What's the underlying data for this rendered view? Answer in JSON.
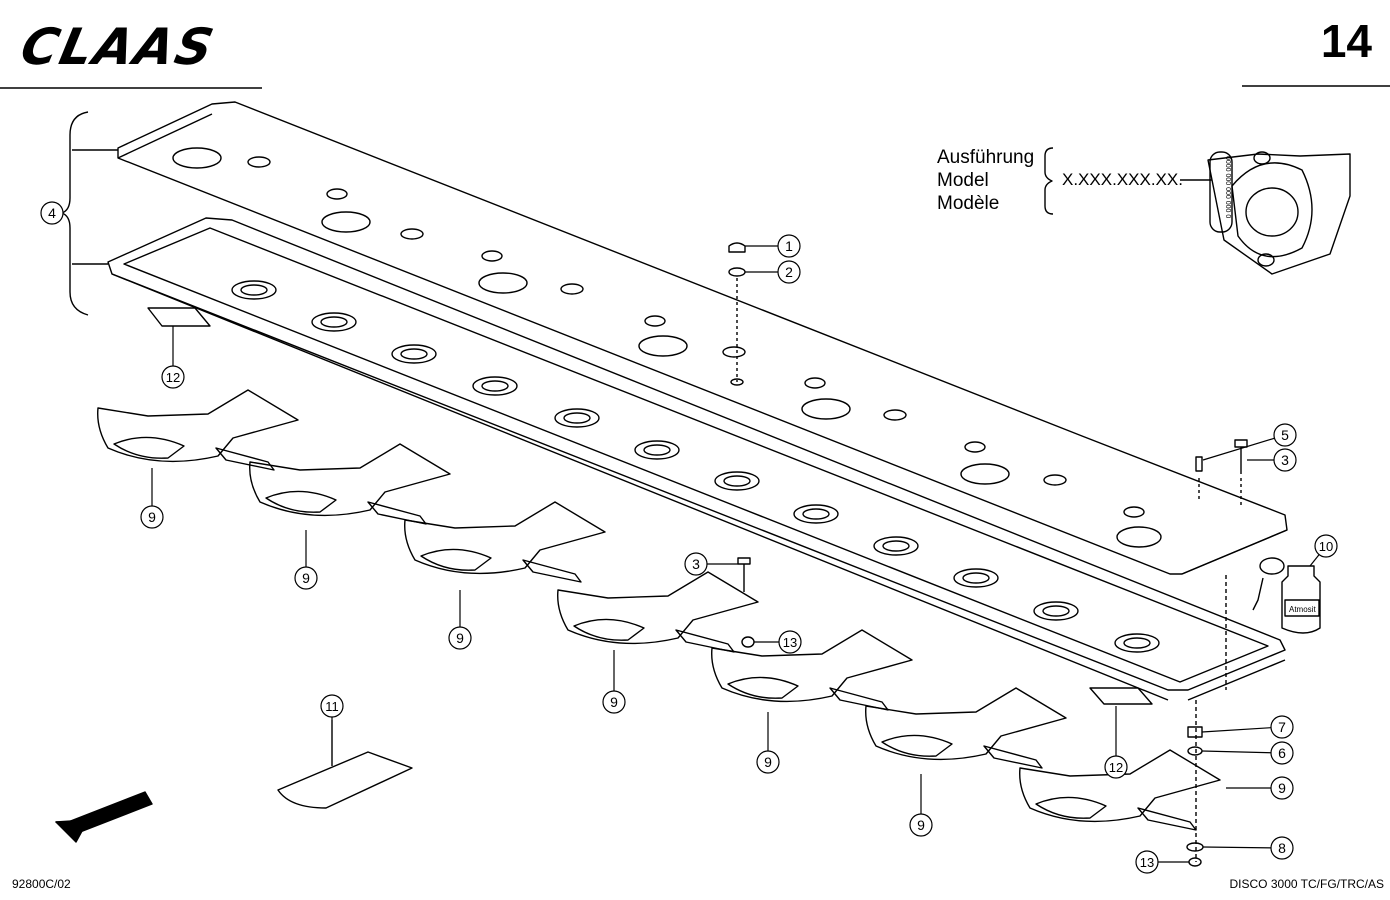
{
  "header": {
    "brand": "CLAAS",
    "page_number": "14"
  },
  "variant_block": {
    "labels": [
      "Ausführung",
      "Model",
      "Modèle"
    ],
    "code": "X.XXX.XXX.XX."
  },
  "label_plate_digits": "0000 000 000 000 0",
  "bottle_label": "Atmosit",
  "footer": {
    "doc_code": "92800C/02",
    "model": "DISCO 3000 TC/FG/TRC/AS"
  },
  "callouts": [
    {
      "id": "c4",
      "label": "4"
    },
    {
      "id": "c12a",
      "label": "12"
    },
    {
      "id": "c1",
      "label": "1"
    },
    {
      "id": "c2",
      "label": "2"
    },
    {
      "id": "c5",
      "label": "5"
    },
    {
      "id": "c3a",
      "label": "3"
    },
    {
      "id": "c10",
      "label": "10"
    },
    {
      "id": "c9a",
      "label": "9"
    },
    {
      "id": "c9b",
      "label": "9"
    },
    {
      "id": "c9c",
      "label": "9"
    },
    {
      "id": "c3b",
      "label": "3"
    },
    {
      "id": "c13a",
      "label": "13"
    },
    {
      "id": "c9d",
      "label": "9"
    },
    {
      "id": "c11",
      "label": "11"
    },
    {
      "id": "c9e",
      "label": "9"
    },
    {
      "id": "c9f",
      "label": "9"
    },
    {
      "id": "c12b",
      "label": "12"
    },
    {
      "id": "c7",
      "label": "7"
    },
    {
      "id": "c6",
      "label": "6"
    },
    {
      "id": "c9g",
      "label": "9"
    },
    {
      "id": "c8",
      "label": "8"
    },
    {
      "id": "c13b",
      "label": "13"
    }
  ]
}
